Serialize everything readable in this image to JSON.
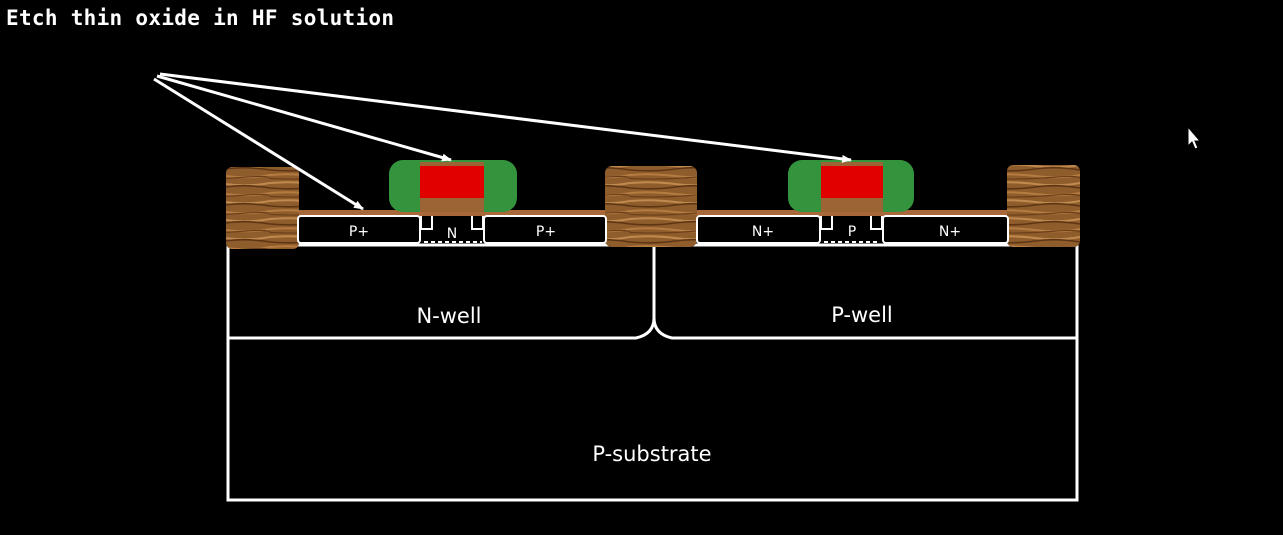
{
  "title": "Etch thin oxide in HF solution",
  "labels": {
    "left_source": "P+",
    "left_channel": "N",
    "left_drain": "P+",
    "right_source": "N+",
    "right_channel": "P",
    "right_drain": "N+",
    "nwell": "N-well",
    "pwell": "P-well",
    "substrate": "P-substrate"
  },
  "colors": {
    "background": "#000000",
    "outline": "#ffffff",
    "gate": "#e00000",
    "spacer": "#34943e",
    "field_oxide": "#9a6434",
    "thin_oxide": "#a8683a"
  },
  "icons": {
    "cursor": "mouse-pointer-icon"
  }
}
